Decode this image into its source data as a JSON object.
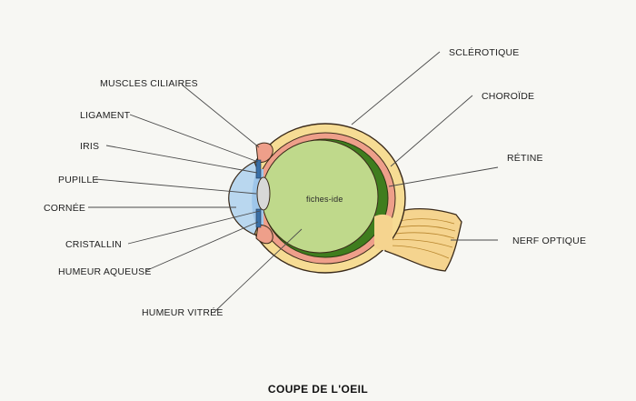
{
  "caption": "COUPE DE L'OEIL",
  "watermark": "fiches-ide",
  "labels": {
    "muscles_ciliaires": "MUSCLES CILIAIRES",
    "ligament": "LIGAMENT",
    "iris": "IRIS",
    "pupille": "PUPILLE",
    "cornee": "CORNÉE",
    "cristallin": "CRISTALLIN",
    "humeur_aqueuse": "HUMEUR AQUEUSE",
    "humeur_vitree": "HUMEUR VITRÉE",
    "sclerotique": "SCLÉROTIQUE",
    "choroide": "CHOROÏDE",
    "retine": "RÉTINE",
    "nerf_optique": "NERF OPTIQUE"
  },
  "colors": {
    "sclera": "#f6dc94",
    "choroid": "#ee9f8a",
    "retina": "#3f7d1e",
    "vitreous": "#bfd98b",
    "cornea": "#b9d7ef",
    "nerve": "#f5d48f",
    "outline": "#3a2a1a"
  }
}
